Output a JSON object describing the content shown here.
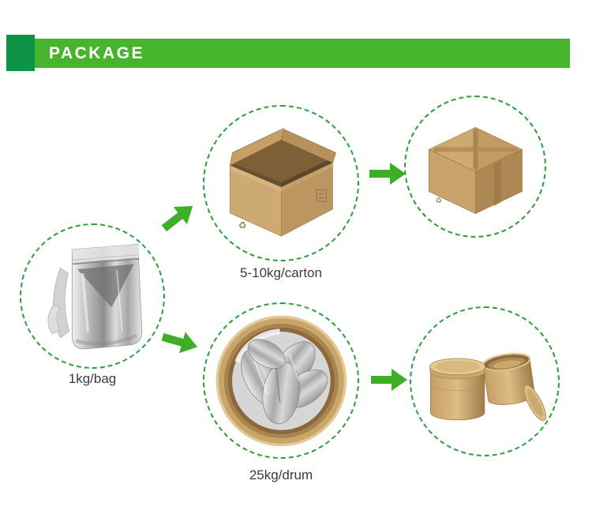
{
  "header": {
    "title": "PACKAGE"
  },
  "colors": {
    "header_bar_green": "#46b42d",
    "header_square_green": "#0e9447",
    "arrow_green": "#3fae27",
    "dashed_circle_green": "#2d9e3c",
    "label_text": "#3c3c3c",
    "carton_kraft": "#c9a56c",
    "foil_silver": "#bfbfbf",
    "background": "#ffffff"
  },
  "nodes": {
    "bag": {
      "label": "1kg/bag",
      "icon": "foil-bag-icon"
    },
    "open_carton": {
      "label": "5-10kg/carton",
      "icon": "open-carton-icon"
    },
    "sealed_carton": {
      "icon": "sealed-carton-icon"
    },
    "drum_with_bags": {
      "label": "25kg/drum",
      "icon": "drum-with-foil-bags-icon"
    },
    "paper_drums": {
      "icon": "paper-drums-icon"
    }
  },
  "arrows": [
    {
      "from": "bag",
      "to": "open_carton",
      "direction": "up-right"
    },
    {
      "from": "bag",
      "to": "drum_with_bags",
      "direction": "down-right"
    },
    {
      "from": "open_carton",
      "to": "sealed_carton",
      "direction": "right"
    },
    {
      "from": "drum_with_bags",
      "to": "paper_drums",
      "direction": "right"
    }
  ]
}
